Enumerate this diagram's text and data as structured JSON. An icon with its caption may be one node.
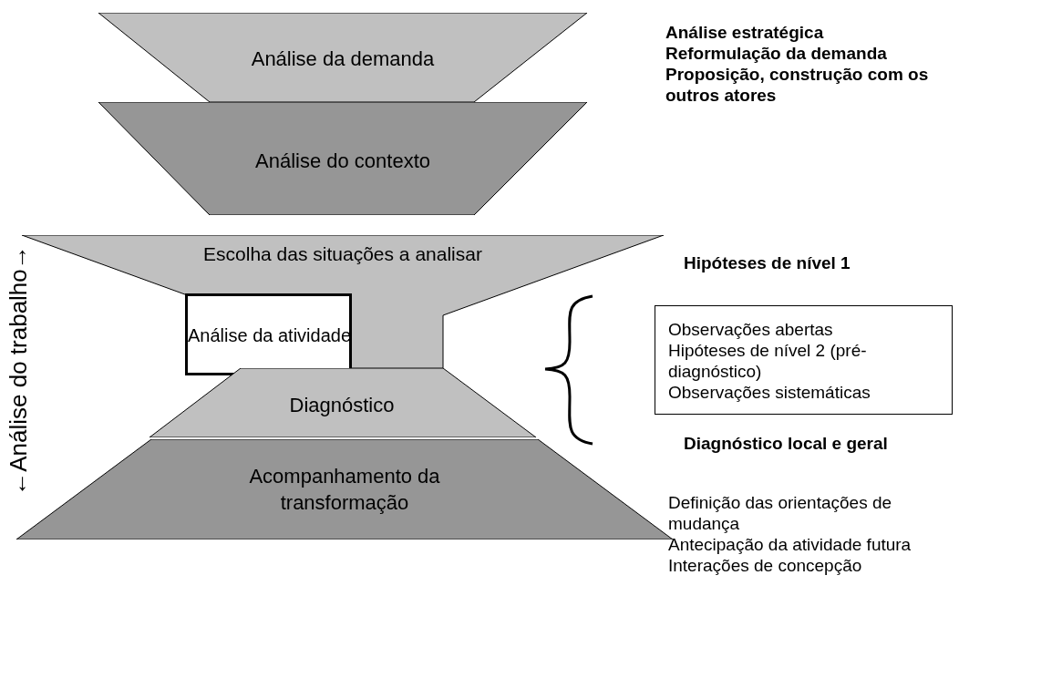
{
  "diagram": {
    "nodes": [
      {
        "text": [
          "Análise da demanda"
        ]
      },
      {
        "text": [
          "Análise do contexto"
        ]
      },
      {
        "text": [
          "Escolha das situações a analisar"
        ]
      },
      {
        "text": [
          "Análise da atividade"
        ]
      },
      {
        "text": [
          "Diagnóstico"
        ]
      },
      {
        "text": [
          "Acompanhamento da transformação"
        ]
      },
      {
        "text": [
          "Observações abertas",
          "Hipóteses de nível 2 (pré-diagnóstico)",
          "Observações sistemáticas"
        ]
      }
    ],
    "edges": [],
    "labels": [
      "Análise estratégica",
      "Reformulação da demanda",
      "Proposição, construção com os outros atores",
      "Hipóteses de nível 1",
      "Diagnóstico local e geral",
      "Definição das orientações de mudança",
      "Antecipação da atividade futura",
      "Interações de concepção",
      "←Análise do trabalho→"
    ]
  }
}
